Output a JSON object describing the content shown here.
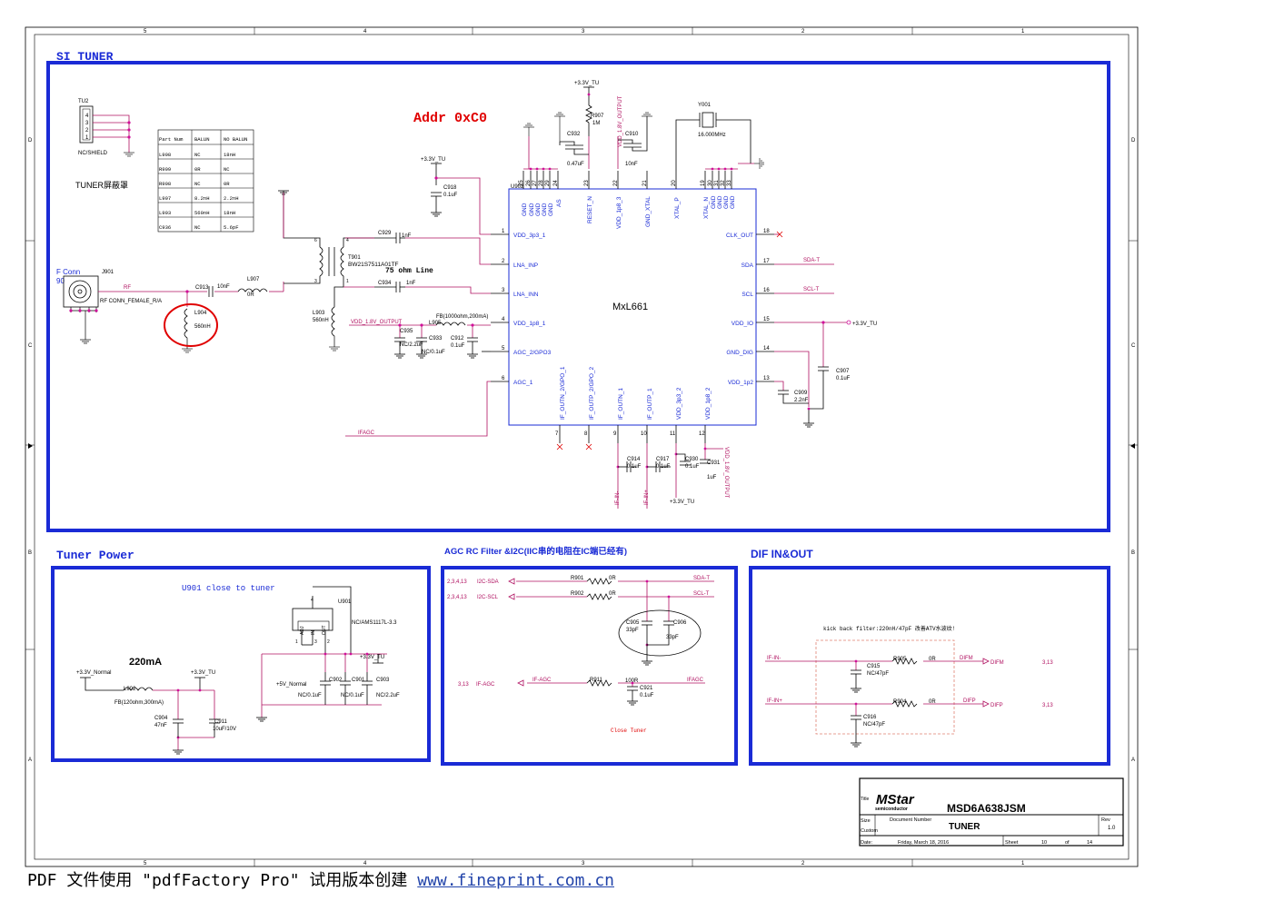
{
  "border_numbers_top": [
    "5",
    "4",
    "3",
    "2",
    "1"
  ],
  "border_numbers_bottom": [
    "5",
    "4",
    "3",
    "2",
    "1"
  ],
  "border_letters": [
    "D",
    "C",
    "B",
    "A"
  ],
  "sections": {
    "si_tuner": "SI TUNER",
    "tuner_power": "Tuner Power",
    "agc": "AGC RC Filter &I2C(IIC串的电阻在IC端已经有)",
    "dif": "DIF IN&OUT"
  },
  "addr": "Addr 0xC0",
  "ic": {
    "ref": "U902",
    "name": "MxL661",
    "left_pins": [
      {
        "num": "1",
        "name": "VDD_3p3_1"
      },
      {
        "num": "2",
        "name": "LNA_INP"
      },
      {
        "num": "3",
        "name": "LNA_INN"
      },
      {
        "num": "4",
        "name": "VDD_1p8_1"
      },
      {
        "num": "5",
        "name": "AGC_2/GPO3"
      },
      {
        "num": "6",
        "name": "AGC_1"
      }
    ],
    "right_pins": [
      {
        "num": "18",
        "name": "CLK_OUT"
      },
      {
        "num": "17",
        "name": "SDA"
      },
      {
        "num": "16",
        "name": "SCL"
      },
      {
        "num": "15",
        "name": "VDD_IO"
      },
      {
        "num": "14",
        "name": "GND_DIG"
      },
      {
        "num": "13",
        "name": "VDD_1p2"
      }
    ],
    "top_pins": [
      {
        "num": "25",
        "name": "GND"
      },
      {
        "num": "26",
        "name": "GND"
      },
      {
        "num": "27",
        "name": "GND"
      },
      {
        "num": "28",
        "name": "GND"
      },
      {
        "num": "29",
        "name": "GND"
      },
      {
        "num": "24",
        "name": "AS"
      },
      {
        "num": "23",
        "name": "RESET_N"
      },
      {
        "num": "22",
        "name": "VDD_1p8_3"
      },
      {
        "num": "21",
        "name": "GND_XTAL"
      },
      {
        "num": "20",
        "name": "XTAL_P"
      },
      {
        "num": "19",
        "name": "XTAL_N"
      },
      {
        "num": "30",
        "name": "GND"
      },
      {
        "num": "31",
        "name": "GND"
      },
      {
        "num": "32",
        "name": "GND"
      },
      {
        "num": "33",
        "name": "GND"
      }
    ],
    "bottom_pins": [
      {
        "num": "7",
        "name": "IF_OUTN_2/GPO_1"
      },
      {
        "num": "8",
        "name": "IF_OUTP_2/GPO_2"
      },
      {
        "num": "9",
        "name": "IF_OUTN_1"
      },
      {
        "num": "10",
        "name": "IF_OUTP_1"
      },
      {
        "num": "11",
        "name": "VDD_3p3_2"
      },
      {
        "num": "12",
        "name": "VDD_1p8_2"
      }
    ]
  },
  "tuner": {
    "tu2": "TU2",
    "tu2_pins": [
      "4",
      "3",
      "2",
      "1"
    ],
    "nc_shield": "NC/SHIELD",
    "shield_label": "TUNER屏蔽罩",
    "fconn": "F Conn",
    "fconn_num": "90",
    "j901": "J901",
    "rf": "RF",
    "rf_conn": "RF CONN_FEMALE_R/A",
    "c913": "C913",
    "c913_v": "10nF",
    "l907": "L907",
    "l907_v": "0R",
    "l904": "L904",
    "l904_v": "560nH",
    "t901": "T901",
    "t901_v": "BW21S7511A01TF",
    "ohm75": "75 ohm Line",
    "c929": "C929",
    "c929_v": "1nF",
    "c934": "C934",
    "c934_v": "1nF",
    "l903": "L903",
    "l903_v": "560nH",
    "vdd18": "VDD_1.8V_OUTPUT",
    "l905": "L905",
    "l905_v": "FB(1000ohm,200mA)",
    "c935": "C935",
    "c935_v": "NC/2.2uF",
    "c933": "C933",
    "c933_v": "NC/0.1uF",
    "c912": "C912",
    "c912_v": "0.1uF",
    "ifagc": "IFAGC",
    "v33_tu_a": "+3.3V_TU",
    "c918": "C918",
    "c918_v": "0.1uF",
    "v33_tu_top": "+3.3V_TU",
    "r907": "R907",
    "r907_v": "1M",
    "c932": "C932",
    "c932_v": "0.47uF",
    "vdd18_top": "VDD_1.8V_OUTPUT",
    "c910": "C910",
    "c910_v": "10nF",
    "y001": "Y001",
    "y001_v": "16.000MHz",
    "sda_t": "SDA-T",
    "scl_t": "SCL-T",
    "v33_tu_r": "+3.3V_TU",
    "c907": "C907",
    "c907_v": "0.1uF",
    "c909": "C909",
    "c909_v": "2.2nF",
    "c914": "C914",
    "c914_v": "0.1uF",
    "c917": "C917",
    "c917_v": "0.1uF",
    "c930": "C930",
    "c930_v": "0.1uF",
    "c931": "C931",
    "c931_v": "1uF",
    "if_in_m": "IF-IN-",
    "if_in_p": "IF-IN+",
    "v33_tu_b": "+3.3V_TU",
    "vdd18_b": "VDD_1.8V_OUTPUT"
  },
  "table": {
    "headers": [
      "Part Num",
      "BALUN",
      "NO BALUN"
    ],
    "rows": [
      [
        "L908",
        "NC",
        "18nH"
      ],
      [
        "R909",
        "0R",
        "NC"
      ],
      [
        "R908",
        "NC",
        "0R"
      ],
      [
        "L907",
        "8.2nH",
        "2.2nH"
      ],
      [
        "L903",
        "560nH",
        "18nH"
      ],
      [
        "C936",
        "NC",
        "5.6pF"
      ]
    ]
  },
  "power": {
    "note": "U901 close to tuner",
    "u901": "U901",
    "u901_v": "NC/AMS1117L-3.3",
    "pins": [
      "4",
      "1",
      "3",
      "2"
    ],
    "pin_names": [
      "ADJ",
      "IN",
      "OUT"
    ],
    "ma": "220mA",
    "v33n": "+3.3V_Normal",
    "v33tu": "+3.3V_TU",
    "v33tu2": "+3.3V_TU",
    "v5n": "+5V_Normal",
    "l902": "L902",
    "l902_v": "FB(120ohm,300mA)",
    "c904": "C904",
    "c904_v": "47nF",
    "c911": "C911",
    "c911_v": "10uF/10V",
    "c902": "C902",
    "c902_v": "NC/0.1uF",
    "c901": "C901",
    "c901_v": "NC/0.1uF",
    "c903": "C903",
    "c903_v": "NC/2.2uF"
  },
  "agc": {
    "ref1": "2,3,4,13",
    "net1": "I2C-SDA",
    "ref2": "2,3,4,13",
    "net2": "I2C-SCL",
    "r901": "R901",
    "r901_v": "0R",
    "r902": "R902",
    "r902_v": "0R",
    "sda_t": "SDA-T",
    "scl_t": "SCL-T",
    "c905": "C905",
    "c905_v": "33pF",
    "c906": "C906",
    "c906_v": "33pF",
    "ref3": "3,13",
    "net3": "IF-AGC",
    "ifagc_l": "IF-AGC",
    "r911": "R911",
    "r911_v": "100R",
    "ifagc_r": "IFAGC",
    "c921": "C921",
    "c921_v": "0.1uF",
    "close": "Close Tuner"
  },
  "dif": {
    "note": "kick back filter:220nH/47pF 改善ATV水波纹!",
    "if_in_m": "IF-IN-",
    "if_in_p": "IF-IN+",
    "r905": "R905",
    "r905_v": "0R",
    "r904": "R904",
    "r904_v": "0R",
    "c915": "C915",
    "c915_v": "NC/47pF",
    "c916": "C916",
    "c916_v": "NC/47pF",
    "difm": "DIFM",
    "difp": "DIFP",
    "ref_m": "3,13",
    "ref_p": "3,13",
    "difm_out": "DIFM",
    "difp_out": "DIFP"
  },
  "title_block": {
    "title_lbl": "Title",
    "logo": "MStar",
    "logo_sub": "semiconductor",
    "title": "MSD6A638JSM",
    "size_lbl": "Size",
    "size": "Custom",
    "docnum_lbl": "Document Number",
    "docnum": "TUNER",
    "rev_lbl": "Rev",
    "rev": "1.0",
    "date_lbl": "Date:",
    "date": "Friday, March 18, 2016",
    "sheet_lbl": "Sheet",
    "sheet": "10",
    "of_lbl": "of",
    "of": "14"
  },
  "footer": {
    "text": "PDF 文件使用 \"pdfFactory Pro\" 试用版本创建 ",
    "link": "www.fineprint.com.cn"
  }
}
